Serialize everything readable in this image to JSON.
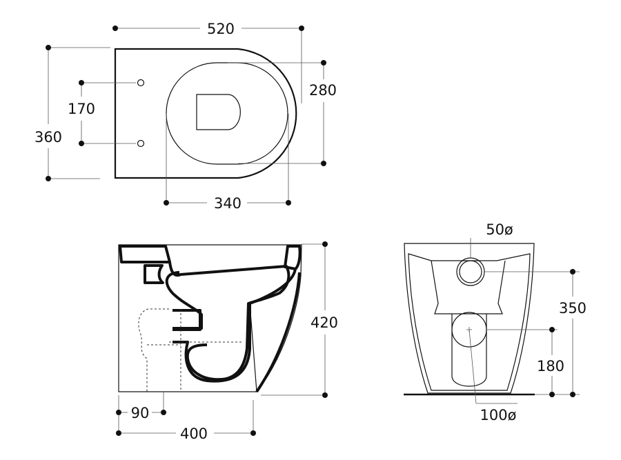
{
  "top_view": {
    "width_label": "520",
    "depth_label": "360",
    "hole_spacing_label": "170",
    "rim_width_label": "280",
    "rim_length_label": "340"
  },
  "side_view": {
    "height_label": "420",
    "outlet_offset_label": "90",
    "length_label": "400"
  },
  "rear_view": {
    "inlet_diameter_label": "50ø",
    "inlet_height_label": "350",
    "outlet_height_label": "180",
    "outlet_diameter_label": "100ø"
  }
}
